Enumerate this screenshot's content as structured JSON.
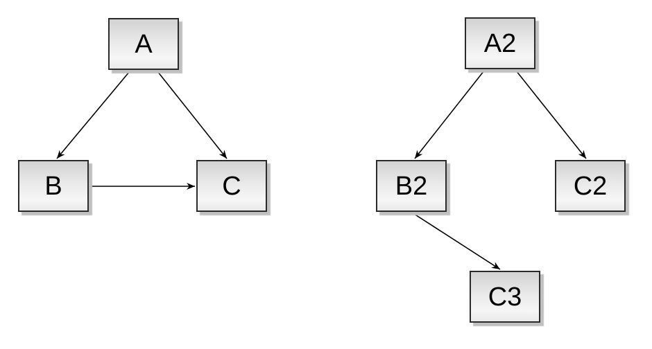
{
  "canvas": {
    "background": "#ffffff"
  },
  "style": {
    "node_border_color": "#2b2b2b",
    "node_fill_top": "#d2d2d2",
    "node_fill_bottom": "#f6f6f6",
    "node_shadow_color": "#c0c0c0",
    "edge_color": "#000000",
    "label_color": "#000000"
  },
  "graphs": [
    {
      "name": "left-graph",
      "nodes": [
        {
          "id": "A",
          "label": "A"
        },
        {
          "id": "B",
          "label": "B"
        },
        {
          "id": "C",
          "label": "C"
        }
      ],
      "edges": [
        {
          "from": "A",
          "to": "B"
        },
        {
          "from": "A",
          "to": "C"
        },
        {
          "from": "B",
          "to": "C"
        }
      ]
    },
    {
      "name": "right-graph",
      "nodes": [
        {
          "id": "A2",
          "label": "A2"
        },
        {
          "id": "B2",
          "label": "B2"
        },
        {
          "id": "C2",
          "label": "C2"
        },
        {
          "id": "C3",
          "label": "C3"
        }
      ],
      "edges": [
        {
          "from": "A2",
          "to": "B2"
        },
        {
          "from": "A2",
          "to": "C2"
        },
        {
          "from": "B2",
          "to": "C3"
        }
      ]
    }
  ]
}
